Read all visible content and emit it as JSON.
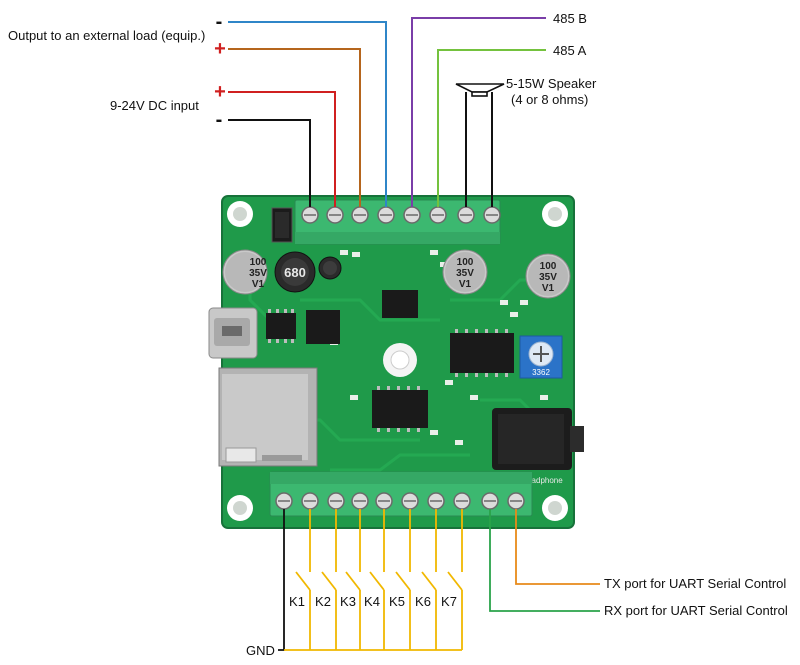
{
  "labels": {
    "output_load": "Output to an external load (equip.)",
    "dc_input": "9-24V DC input",
    "rs485_b": "485 B",
    "rs485_a": "485 A",
    "speaker_line1": "5-15W Speaker",
    "speaker_line2": "(4 or 8 ohms)",
    "tx_port": "TX port for UART Serial Control",
    "rx_port": "RX port for UART Serial Control",
    "gnd": "GND"
  },
  "polarity": {
    "minus": "-",
    "plus": "+"
  },
  "keys": [
    "K1",
    "K2",
    "K3",
    "K4",
    "K5",
    "K6",
    "K7"
  ],
  "board_text": {
    "cap1_line1": "100",
    "cap1_line2": "35V",
    "cap1_line3": "V1",
    "inductor": "680",
    "cap2_line1": "100",
    "cap2_line2": "35V",
    "cap2_line3": "V1",
    "cap3_line1": "100",
    "cap3_line2": "35V",
    "cap3_line3": "V1",
    "headphone": "Headphone",
    "pot": "3362"
  },
  "colors": {
    "board": "#1f9a4a",
    "terminal": "#3cb870",
    "wire_black": "#111111",
    "wire_red": "#d02020",
    "wire_brown": "#b5651d",
    "wire_blue": "#2f86c8",
    "wire_purple": "#7a3ea8",
    "wire_green": "#74c23e",
    "wire_yellow": "#f1b800",
    "wire_orange": "#e88a1a",
    "wire_rx": "#2aa34a"
  }
}
